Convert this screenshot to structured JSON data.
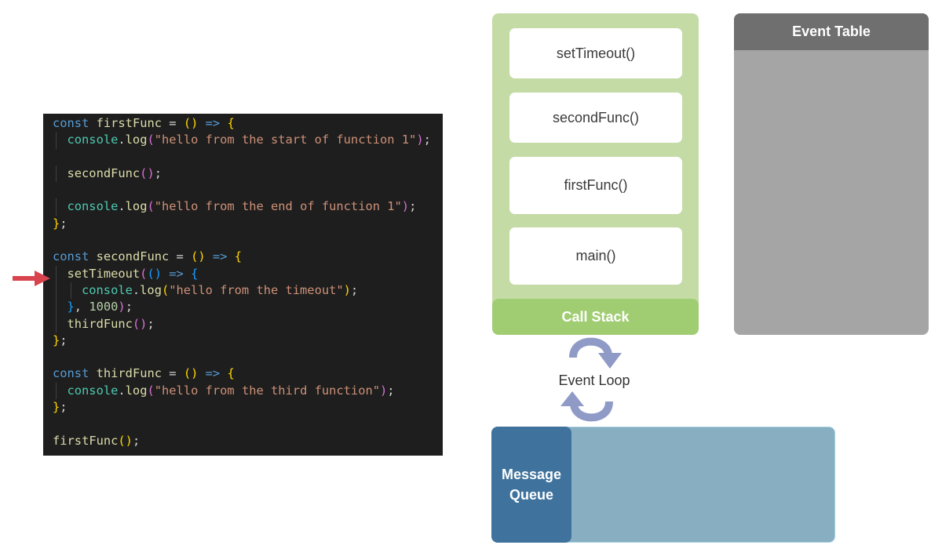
{
  "code": {
    "lines": [
      [
        [
          "const ",
          "kw"
        ],
        [
          "firstFunc",
          "fn"
        ],
        [
          " = ",
          ""
        ],
        [
          "()",
          "br1"
        ],
        [
          " => ",
          "kw"
        ],
        [
          "{",
          "br1"
        ]
      ],
      [
        [
          "console",
          "obj"
        ],
        [
          ".",
          ""
        ],
        [
          "log",
          "fn"
        ],
        [
          "(",
          "br2"
        ],
        [
          "\"hello from the start of function 1\"",
          "str"
        ],
        [
          ")",
          "br2"
        ],
        [
          ";",
          ""
        ]
      ],
      [],
      [
        [
          "secondFunc",
          "fn"
        ],
        [
          "()",
          "br2"
        ],
        [
          ";",
          ""
        ]
      ],
      [],
      [
        [
          "console",
          "obj"
        ],
        [
          ".",
          ""
        ],
        [
          "log",
          "fn"
        ],
        [
          "(",
          "br2"
        ],
        [
          "\"hello from the end of function 1\"",
          "str"
        ],
        [
          ")",
          "br2"
        ],
        [
          ";",
          ""
        ]
      ],
      [
        [
          "}",
          "br1"
        ],
        [
          ";",
          ""
        ]
      ],
      [],
      [
        [
          "const ",
          "kw"
        ],
        [
          "secondFunc",
          "fn"
        ],
        [
          " = ",
          ""
        ],
        [
          "()",
          "br1"
        ],
        [
          " => ",
          "kw"
        ],
        [
          "{",
          "br1"
        ]
      ],
      [
        [
          "setTimeout",
          "fn"
        ],
        [
          "(",
          "br2"
        ],
        [
          "()",
          "br3"
        ],
        [
          " => ",
          "kw"
        ],
        [
          "{",
          "br3"
        ]
      ],
      [
        [
          "console",
          "obj"
        ],
        [
          ".",
          ""
        ],
        [
          "log",
          "fn"
        ],
        [
          "(",
          "br1"
        ],
        [
          "\"hello from the timeout\"",
          "str"
        ],
        [
          ")",
          "br1"
        ],
        [
          ";",
          ""
        ]
      ],
      [
        [
          "}",
          "br3"
        ],
        [
          ", ",
          ""
        ],
        [
          "1000",
          "num"
        ],
        [
          ")",
          "br2"
        ],
        [
          ";",
          ""
        ]
      ],
      [
        [
          "thirdFunc",
          "fn"
        ],
        [
          "()",
          "br2"
        ],
        [
          ";",
          ""
        ]
      ],
      [
        [
          "}",
          "br1"
        ],
        [
          ";",
          ""
        ]
      ],
      [],
      [
        [
          "const ",
          "kw"
        ],
        [
          "thirdFunc",
          "fn"
        ],
        [
          " = ",
          ""
        ],
        [
          "()",
          "br1"
        ],
        [
          " => ",
          "kw"
        ],
        [
          "{",
          "br1"
        ]
      ],
      [
        [
          "console",
          "obj"
        ],
        [
          ".",
          ""
        ],
        [
          "log",
          "fn"
        ],
        [
          "(",
          "br2"
        ],
        [
          "\"hello from the third function\"",
          "str"
        ],
        [
          ")",
          "br2"
        ],
        [
          ";",
          ""
        ]
      ],
      [
        [
          "}",
          "br1"
        ],
        [
          ";",
          ""
        ]
      ],
      [],
      [
        [
          "firstFunc",
          "fn"
        ],
        [
          "()",
          "br1"
        ],
        [
          ";",
          ""
        ]
      ]
    ],
    "indents": [
      0,
      1,
      0,
      1,
      0,
      1,
      0,
      0,
      0,
      1,
      2,
      1,
      1,
      0,
      0,
      0,
      1,
      0,
      0,
      0
    ],
    "current_line_marker": "arrow-icon"
  },
  "call_stack": {
    "label": "Call Stack",
    "frames": [
      "setTimeout()",
      "secondFunc()",
      "firstFunc()",
      "main()"
    ]
  },
  "event_table": {
    "label": "Event Table"
  },
  "event_loop": {
    "label": "Event Loop",
    "icon": "cycle-arrows-icon"
  },
  "message_queue": {
    "label_line1": "Message",
    "label_line2": "Queue"
  },
  "colors": {
    "call_stack_bg": "#c5dba6",
    "call_stack_header": "#a0cd72",
    "event_table_bg": "#a5a5a6",
    "event_table_header": "#6f6f70",
    "message_queue_bg": "#88afc1",
    "message_queue_label": "#3f729c",
    "loop_arrows": "#8f9bc6",
    "marker_arrow": "#d8434e"
  }
}
